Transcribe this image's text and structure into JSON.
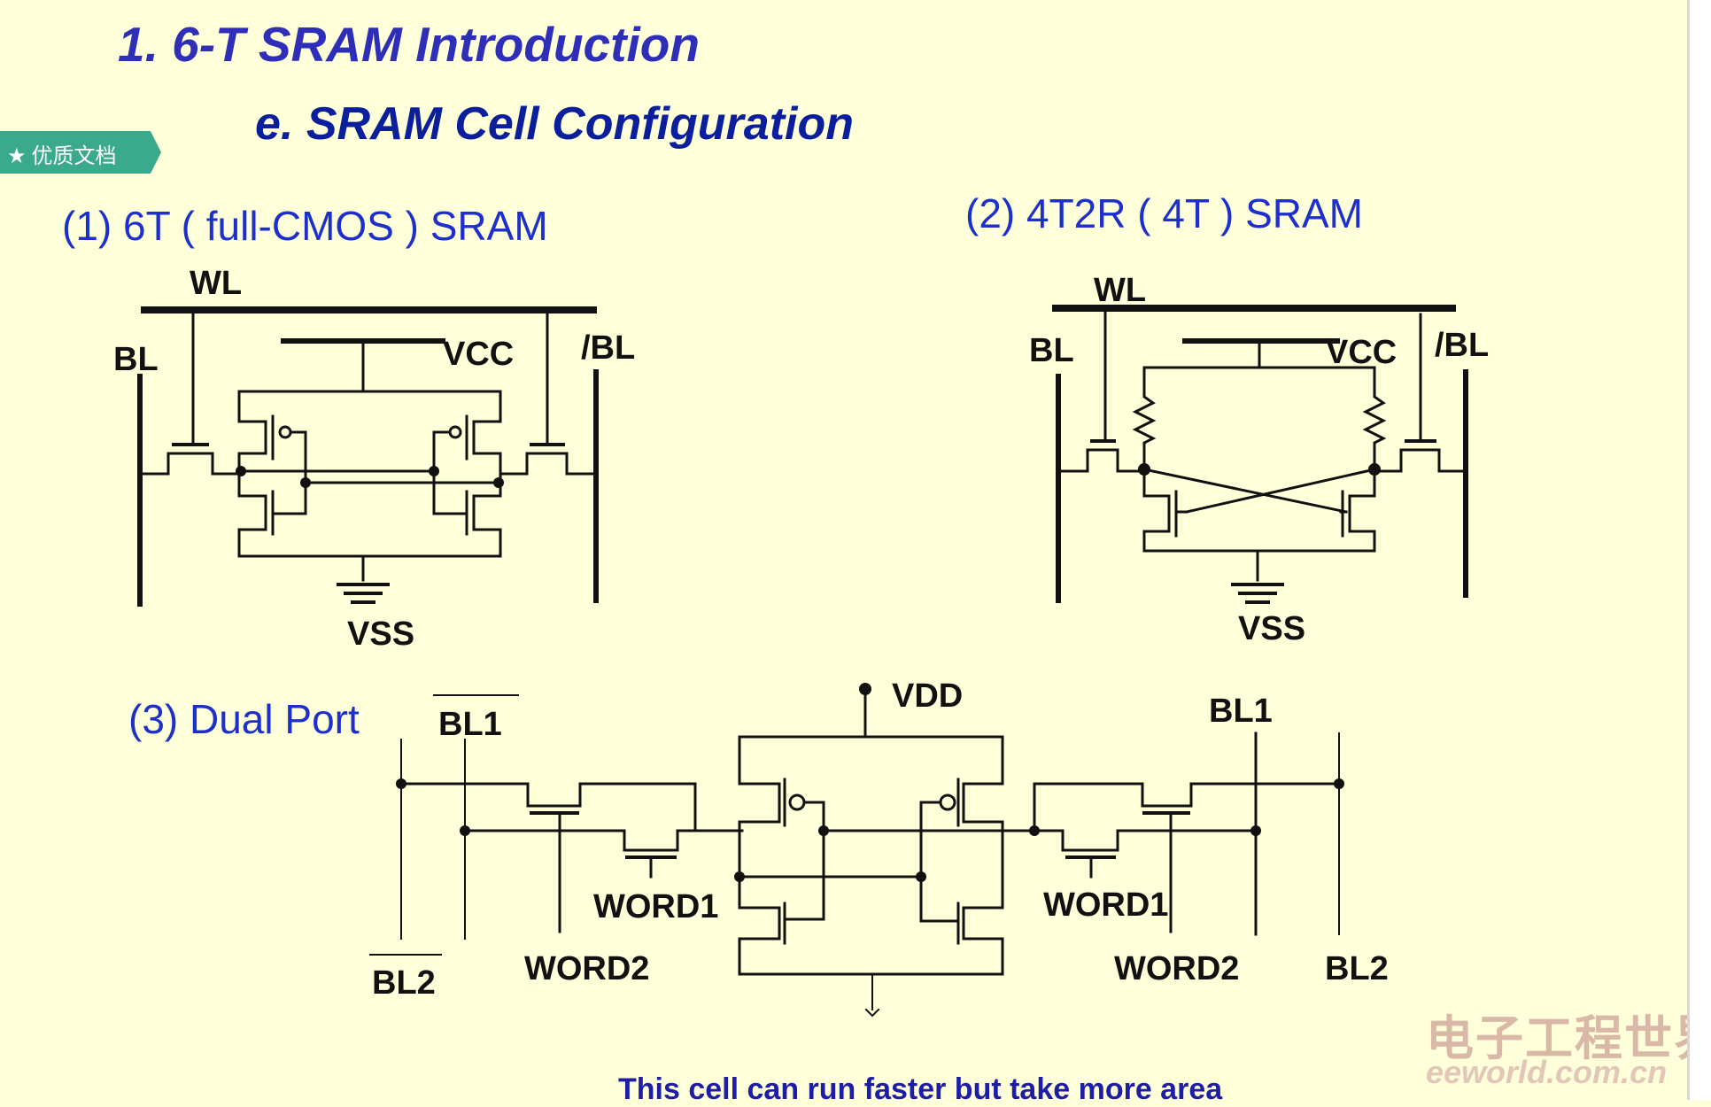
{
  "title": "1. 6-T SRAM Introduction",
  "subtitle": "e. SRAM Cell Configuration",
  "badge": "优质文档",
  "sections": {
    "six_t": "(1) 6T ( full-CMOS ) SRAM",
    "four_t": "(2) 4T2R ( 4T ) SRAM",
    "dual": "(3) Dual Port"
  },
  "labels": {
    "wl": "WL",
    "bl": "BL",
    "blb": "/BL",
    "vcc": "VCC",
    "vss": "VSS",
    "vdd": "VDD",
    "bl1": "BL1",
    "bl2": "BL2",
    "word1": "WORD1",
    "word2": "WORD2"
  },
  "footer": "This cell can run faster but take more area",
  "watermark": {
    "name": "电子工程世界",
    "url": "eeworld.com.cn"
  },
  "colors": {
    "background": "#ffffd9",
    "title": "#2e2eb8",
    "subtitle": "#0b1f9c",
    "section": "#1d2fcc",
    "badge": "#3aa98c"
  }
}
